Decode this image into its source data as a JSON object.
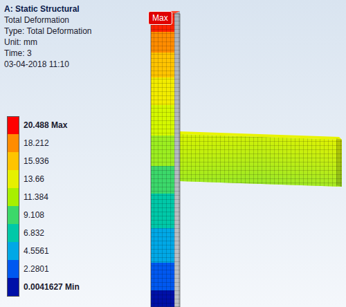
{
  "diagram": {
    "title": "A: Static Structural",
    "labels": [
      "Total Deformation",
      "Type: Total Deformation",
      "Unit: mm",
      "Time: 3",
      "03-04-2018 11:10",
      "Max"
    ],
    "legend": [
      {
        "text": "20.488 Max",
        "color": "#ff0000"
      },
      {
        "text": "18.212",
        "color": "#ff8c00"
      },
      {
        "text": "15.936",
        "color": "#ffc400"
      },
      {
        "text": "13.66",
        "color": "#e6f000"
      },
      {
        "text": "11.384",
        "color": "#a8f000"
      },
      {
        "text": "9.108",
        "color": "#3cd86a"
      },
      {
        "text": "6.832",
        "color": "#00c8a8"
      },
      {
        "text": "4.5561",
        "color": "#00a8e6"
      },
      {
        "text": "2.2801",
        "color": "#0058f0"
      },
      {
        "text": "0.0041627 Min",
        "color": "#0010a8"
      }
    ]
  }
}
